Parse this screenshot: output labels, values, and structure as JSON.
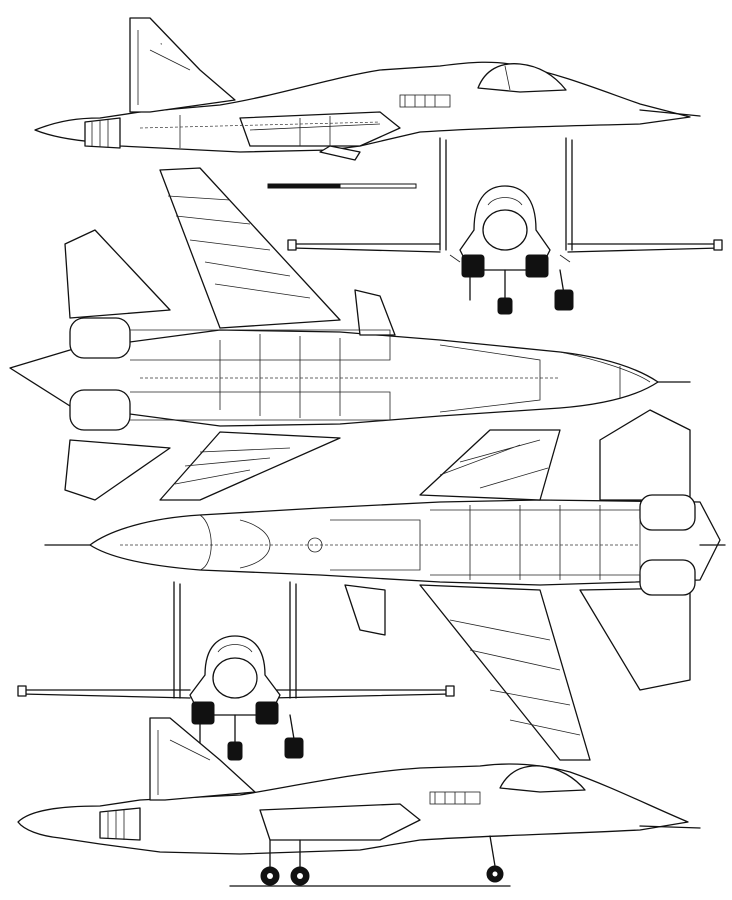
{
  "drawing": {
    "subject": "aircraft",
    "style": "line-art",
    "views": [
      {
        "id": "side-top",
        "orientation": "facing-right"
      },
      {
        "id": "front-top"
      },
      {
        "id": "plan-top",
        "orientation": "nose-right"
      },
      {
        "id": "underside",
        "orientation": "nose-left"
      },
      {
        "id": "front-bottom"
      },
      {
        "id": "side-bottom",
        "orientation": "facing-right"
      }
    ],
    "scale_bar": {
      "segments": 2
    }
  }
}
